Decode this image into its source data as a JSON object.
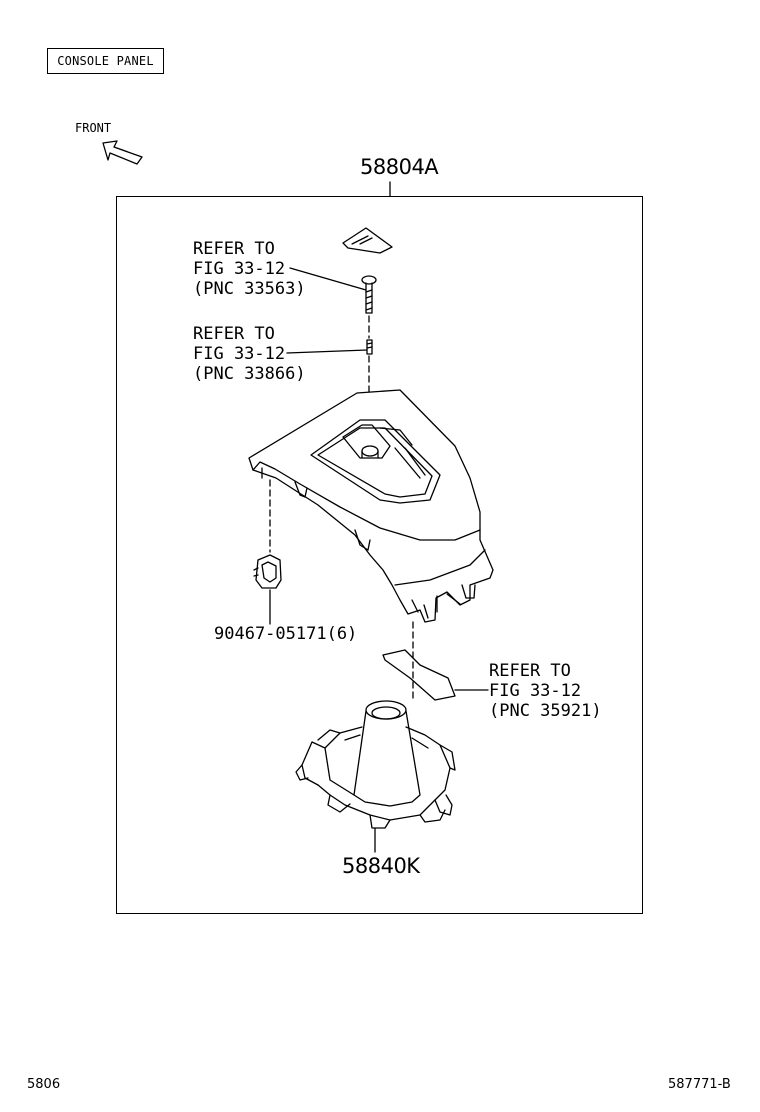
{
  "header": {
    "title": "CONSOLE PANEL",
    "front_label": "FRONT"
  },
  "assembly": {
    "part_number": "58804A"
  },
  "refs": [
    {
      "line1": "REFER TO",
      "line2": "FIG 33-12",
      "line3": "(PNC 33563)"
    },
    {
      "line1": "REFER TO",
      "line2": "FIG 33-12",
      "line3": "(PNC 33866)"
    },
    {
      "line1": "REFER TO",
      "line2": "FIG 33-12",
      "line3": "(PNC 35921)"
    }
  ],
  "parts": {
    "clip": "90467-05171(6)",
    "boot_housing": "58840K"
  },
  "footer": {
    "left": "5806",
    "right": "587771-B"
  }
}
